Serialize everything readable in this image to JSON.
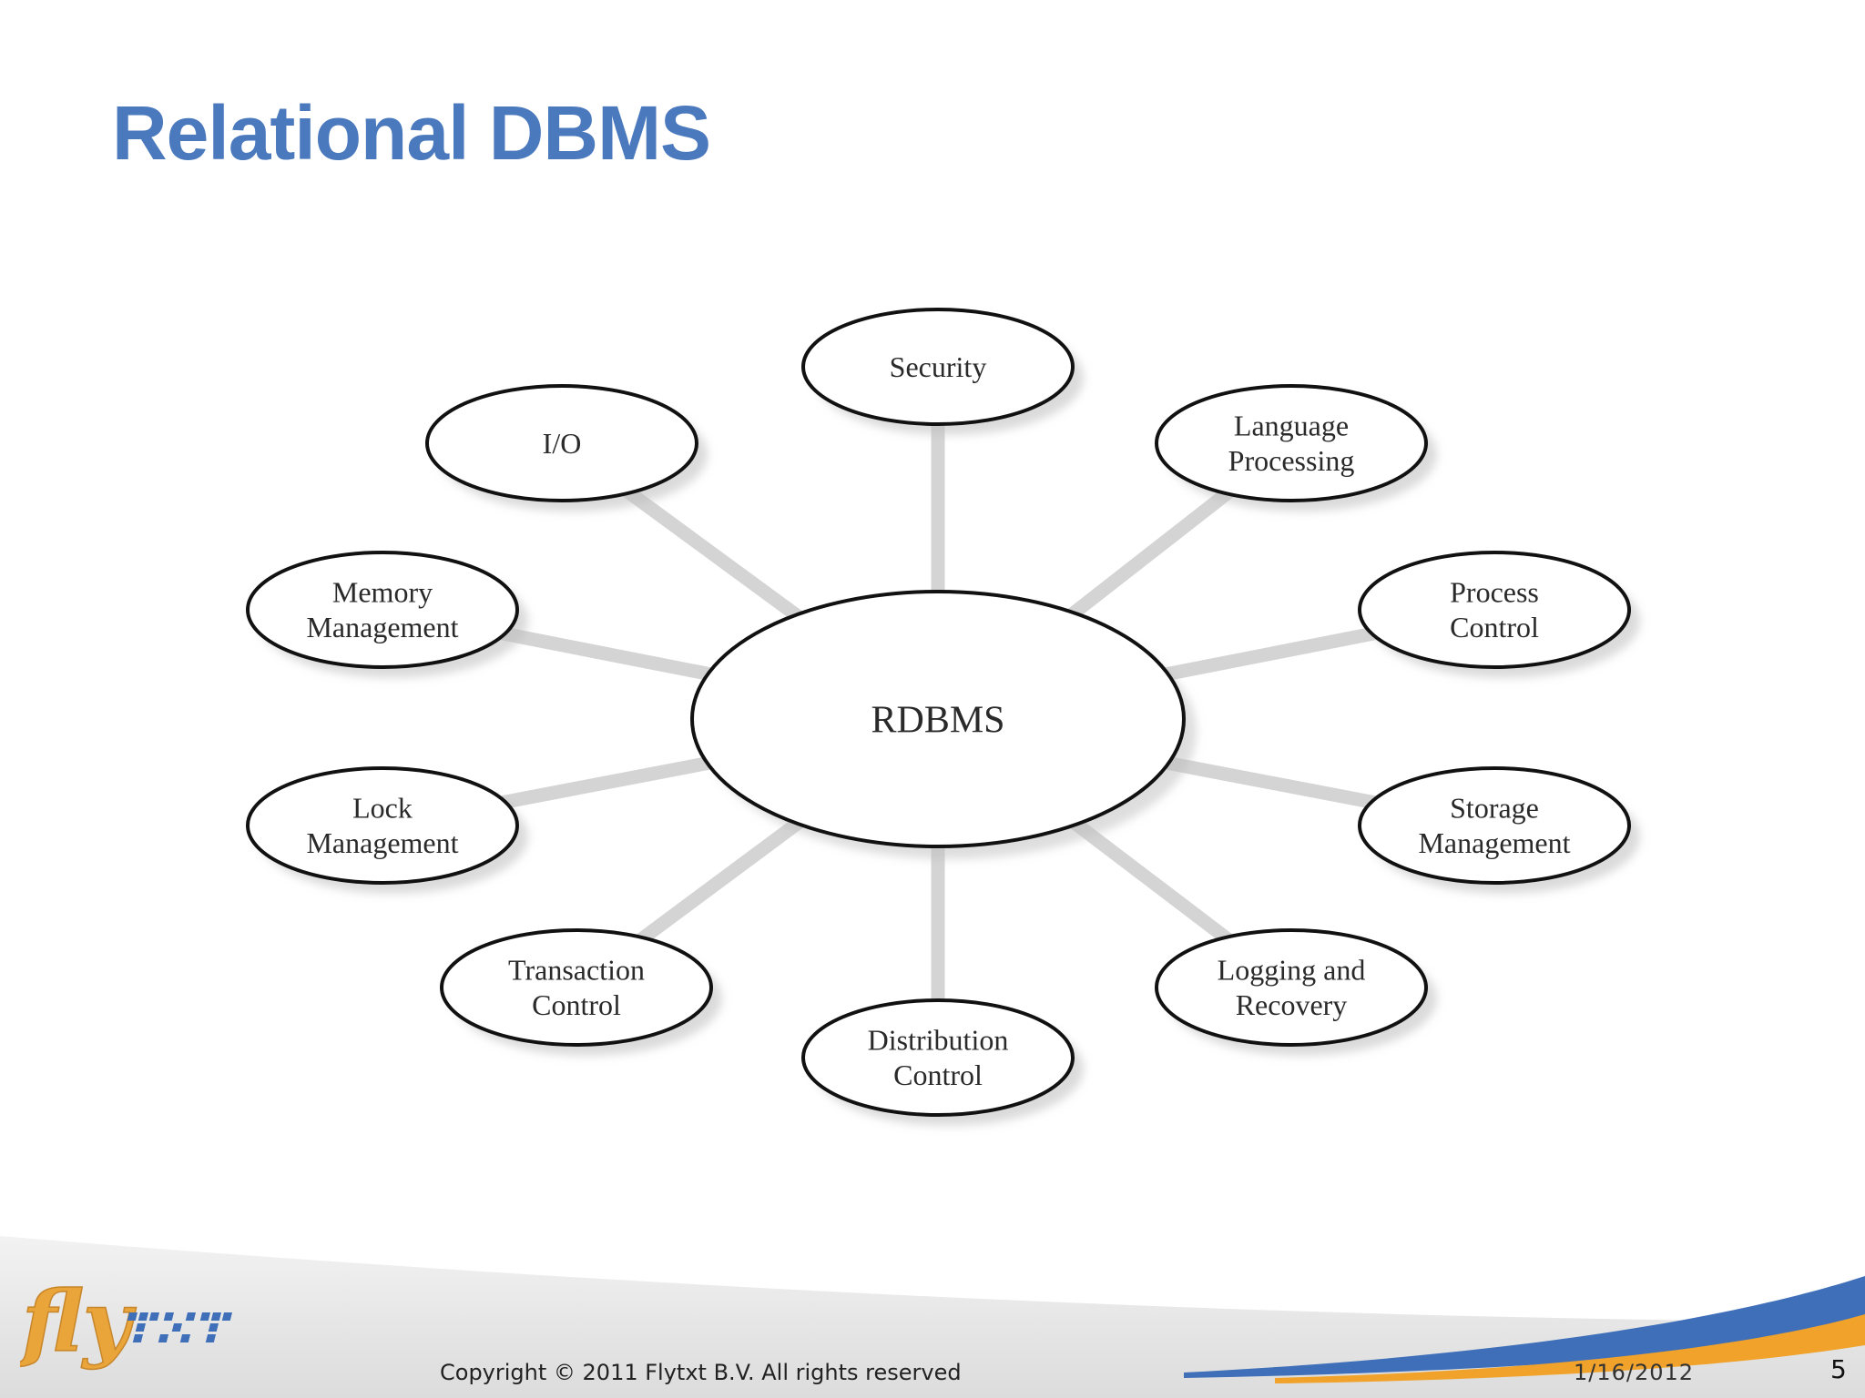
{
  "slide": {
    "title": "Relational DBMS"
  },
  "diagram": {
    "center": "RDBMS",
    "nodes": [
      {
        "id": "security",
        "lines": [
          "Security"
        ]
      },
      {
        "id": "language-processing",
        "lines": [
          "Language",
          "Processing"
        ]
      },
      {
        "id": "process-control",
        "lines": [
          "Process",
          "Control"
        ]
      },
      {
        "id": "storage-management",
        "lines": [
          "Storage",
          "Management"
        ]
      },
      {
        "id": "logging-and-recovery",
        "lines": [
          "Logging and",
          "Recovery"
        ]
      },
      {
        "id": "distribution-control",
        "lines": [
          "Distribution",
          "Control"
        ]
      },
      {
        "id": "transaction-control",
        "lines": [
          "Transaction",
          "Control"
        ]
      },
      {
        "id": "lock-management",
        "lines": [
          "Lock",
          "Management"
        ]
      },
      {
        "id": "memory-management",
        "lines": [
          "Memory",
          "Management"
        ]
      },
      {
        "id": "io",
        "lines": [
          "I/O"
        ]
      }
    ]
  },
  "footer": {
    "copyright": "Copyright © 2011 Flytxt B.V. All rights reserved",
    "date": "1/16/2012",
    "page_number": "5",
    "logo_text": "flytxt"
  },
  "colors": {
    "title": "#4a79bd",
    "footer_blue": "#3e6fb8",
    "footer_orange": "#f0a22a",
    "connector": "#d4d4d4"
  }
}
